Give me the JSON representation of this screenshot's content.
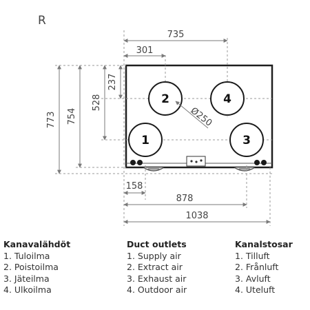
{
  "variant_label": "R",
  "dimensions": {
    "outlet_spacing": "735",
    "left_offset": "301",
    "top_offset": "237",
    "upper_height": "528",
    "body_height": "754",
    "total_height": "773",
    "bottom_offset": "158",
    "bottom_spacing": "878",
    "total_width": "1038",
    "diameter": "Ø250"
  },
  "outlets": [
    "1",
    "2",
    "3",
    "4"
  ],
  "legend": {
    "finnish": {
      "title": "Kanavalähdöt",
      "items": [
        "1. Tuloilma",
        "2. Poistoilma",
        "3. Jäteilma",
        "4. Ulkoilma"
      ]
    },
    "english": {
      "title": "Duct outlets",
      "items": [
        "1. Supply air",
        "2. Extract air",
        "3. Exhaust air",
        "4. Outdoor air"
      ]
    },
    "swedish": {
      "title": "Kanalstosar",
      "items": [
        "1. Tilluft",
        "2. Frånluft",
        "3. Avluft",
        "4. Uteluft"
      ]
    }
  }
}
